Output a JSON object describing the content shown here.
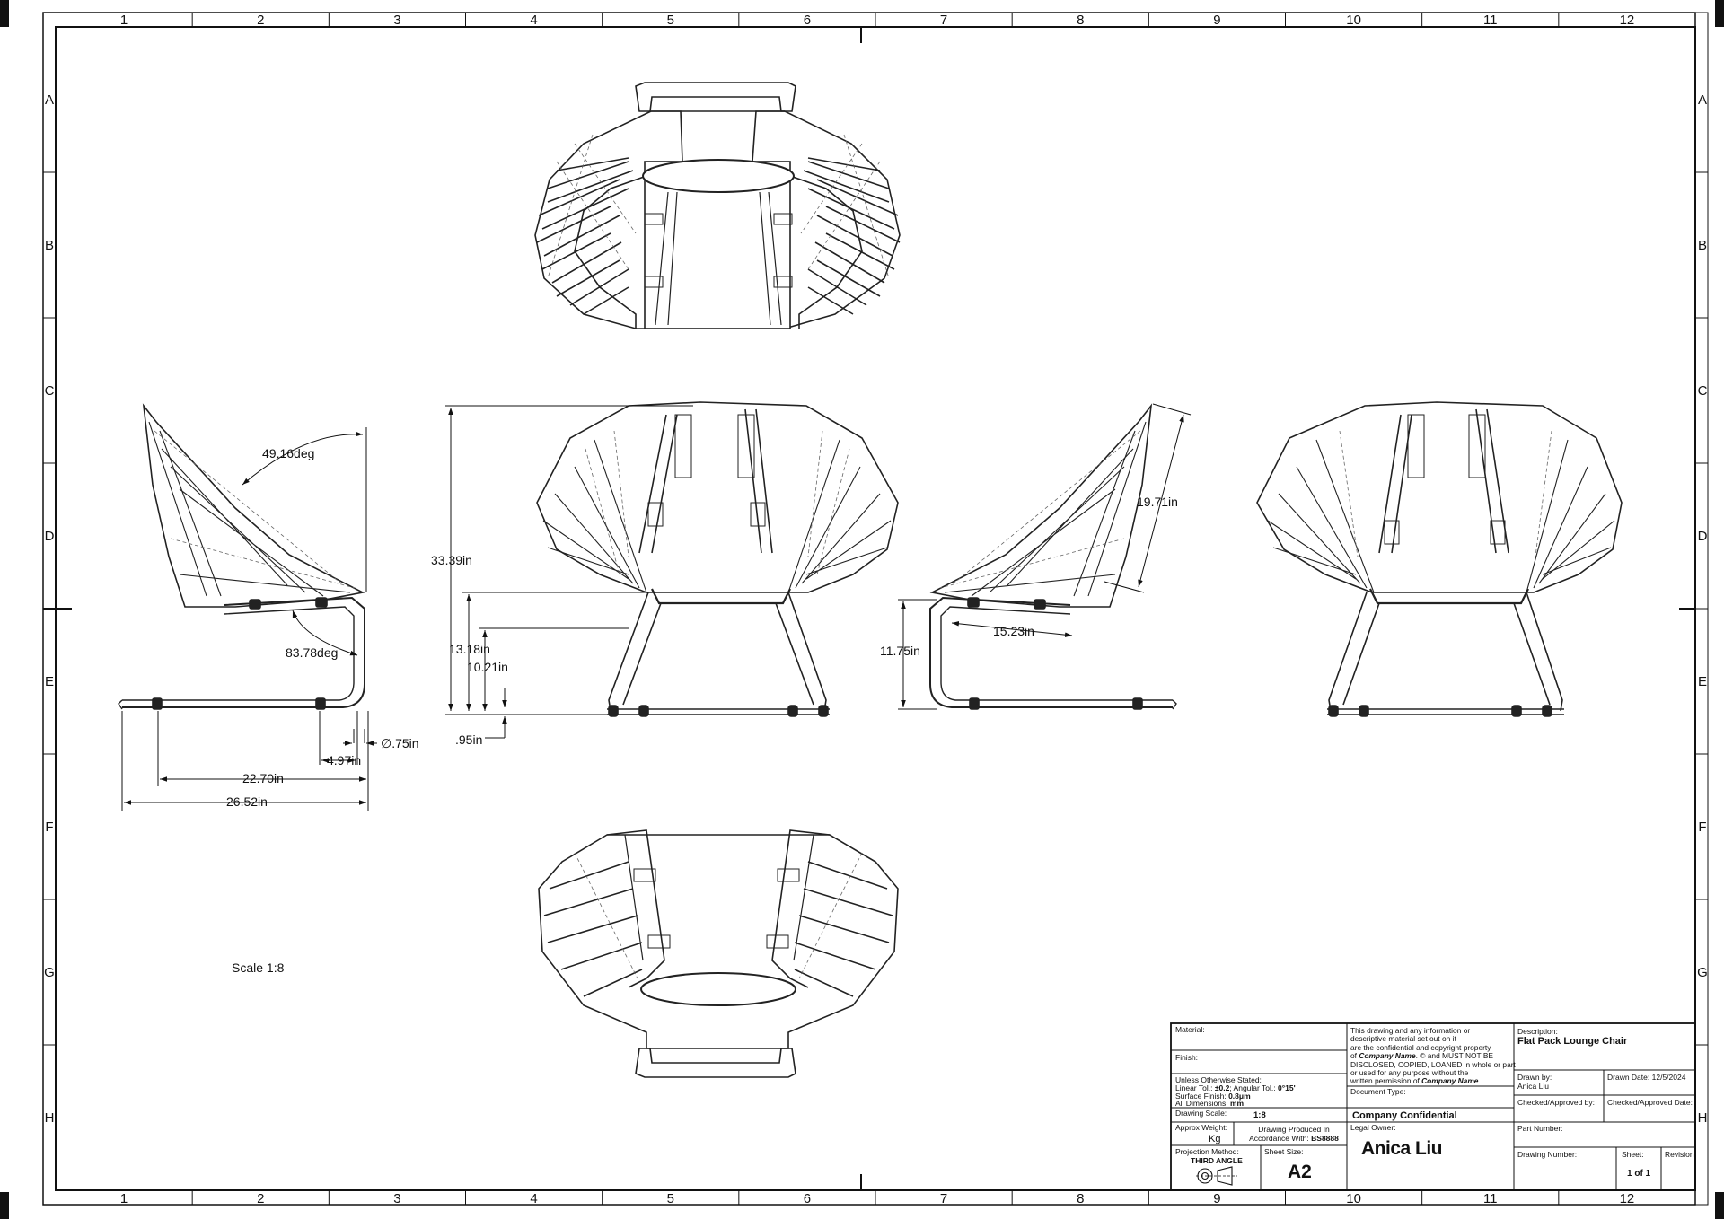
{
  "frame": {
    "col_labels": [
      "1",
      "2",
      "3",
      "4",
      "5",
      "6",
      "7",
      "8",
      "9",
      "10",
      "11",
      "12"
    ],
    "row_labels": [
      "A",
      "B",
      "C",
      "D",
      "E",
      "F",
      "G",
      "H"
    ]
  },
  "views": {
    "scale_note": "Scale 1:8"
  },
  "dimensions": {
    "side_left": {
      "back_angle": "49.16deg",
      "seat_angle": "83.78deg",
      "tube_diameter": "∅.75in",
      "leg_offset": "4.97in",
      "base_inner": "22.70in",
      "base_overall": "26.52in"
    },
    "front": {
      "overall_height": "33.39in",
      "seat_height": "13.18in",
      "seat_front_height": "10.21in",
      "base_height": ".95in"
    },
    "side_right": {
      "back_length": "19.71in",
      "seat_depth": "15.23in",
      "seat_height": "11.75in"
    }
  },
  "title_block": {
    "material_label": "Material:",
    "finish_label": "Finish:",
    "tolerance_title": "Unless Otherwise Stated:",
    "tol_linear_label": "Linear Tol.:",
    "tol_linear_value": "±0.2",
    "tol_angular_label": "; Angular Tol.:",
    "tol_angular_value": "0°15'",
    "surface_label": "Surface Finish:",
    "surface_value": "0.8μm",
    "dims_label": "All Dimensions:",
    "dims_value": "mm",
    "drawing_scale_label": "Drawing Scale:",
    "drawing_scale_value": "1:8",
    "approx_weight_label": "Approx Weight:",
    "weight_unit": "Kg",
    "produced_line1": "Drawing Produced In",
    "produced_line2": "Accordance With:",
    "produced_standard": "BS8888",
    "projection_label": "Projection Method:",
    "projection_value": "THIRD ANGLE",
    "sheet_size_label": "Sheet Size:",
    "sheet_size_value": "A2",
    "legal_l1": "This drawing and any information or",
    "legal_l2": "descriptive material set out on it",
    "legal_l3": "are the confidential and copyright property",
    "legal_l4a": "of ",
    "legal_company1": "Company Name",
    "legal_l4b": ". © and MUST NOT BE",
    "legal_l5": "DISCLOSED, COPIED, LOANED in whole or part",
    "legal_l6": "or used for any purpose without the",
    "legal_l7a": "written permission of ",
    "legal_company2": "Company Name",
    "legal_l7b": ".",
    "document_type_label": "Document Type:",
    "confidential": "Company Confidential",
    "legal_owner_label": "Legal Owner:",
    "legal_owner_value": "Anica Liu",
    "description_label": "Description:",
    "description_value": "Flat Pack Lounge Chair",
    "drawn_by_label": "Drawn by:",
    "drawn_by_value": "Anica Liu",
    "drawn_date_label": "Drawn Date:",
    "drawn_date_value": "12/5/2024",
    "checked_label_1": "Checked/Approved by:",
    "checked_label_2": "Checked/Approved Date:",
    "part_number_label": "Part Number:",
    "drawing_number_label": "Drawing Number:",
    "sheet_label": "Sheet:",
    "sheet_value": "1 of 1",
    "revision_label": "Revision:"
  }
}
